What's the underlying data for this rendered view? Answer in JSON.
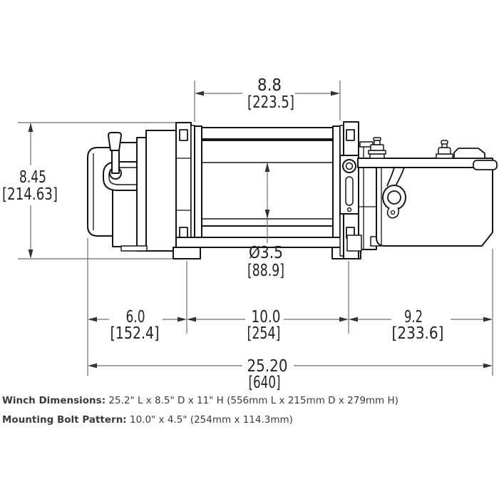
{
  "drawing": {
    "type": "technical-drawing",
    "subject": "winch-side-view-dimensional-diagram",
    "colors": {
      "background": "#ffffff",
      "part_outline": "#151515",
      "dimension_lines": "#6d6d6d",
      "dimension_text": "#232323",
      "notes_text": "#3a3a3a"
    },
    "dimensions": {
      "drum_width": {
        "value": "8.8",
        "metric": "[223.5]"
      },
      "overall_height": {
        "value": "8.45",
        "metric": "[214.63]"
      },
      "drum_diameter": {
        "value": "Ø3.5",
        "metric": "[88.9]"
      },
      "left_section": {
        "value": "6.0",
        "metric": "[152.4]"
      },
      "middle_section": {
        "value": "10.0",
        "metric": "[254]"
      },
      "right_section": {
        "value": "9.2",
        "metric": "[233.6]"
      },
      "overall_length": {
        "value": "25.20",
        "metric": "[640]"
      }
    },
    "notes": [
      {
        "label": "Winch Dimensions:",
        "text": " 25.2\" L x 8.5\" D x 11\" H (556mm L x 215mm D x 279mm H)"
      },
      {
        "label": "Mounting Bolt Pattern:",
        "text": " 10.0\" x 4.5\" (254mm x 114.3mm)"
      }
    ]
  }
}
